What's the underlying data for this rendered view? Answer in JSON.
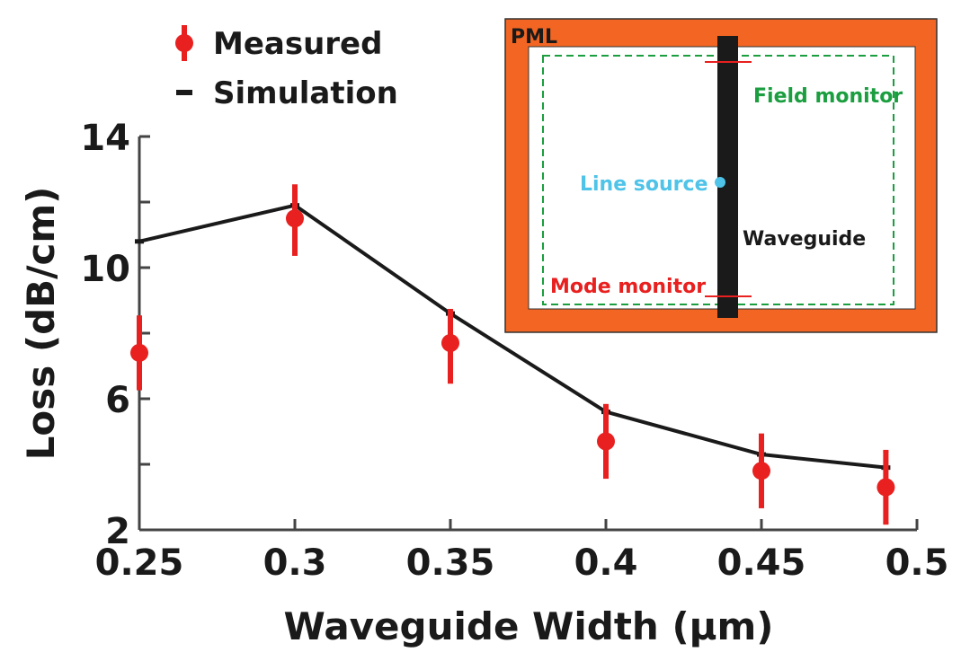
{
  "chart_data": {
    "type": "line",
    "xlabel": "Waveguide Width (μm)",
    "ylabel": "Loss (dB/cm)",
    "xlim": [
      0.25,
      0.5
    ],
    "ylim": [
      2,
      14
    ],
    "x_ticks": [
      0.25,
      0.3,
      0.35,
      0.4,
      0.45,
      0.5
    ],
    "x_tick_labels": [
      "0.25",
      "0.3",
      "0.35",
      "0.4",
      "0.45",
      "0.5"
    ],
    "y_ticks": [
      2,
      6,
      10,
      14
    ],
    "y_tick_labels": [
      "2",
      "6",
      "10",
      "14"
    ],
    "legend_position": "top-left",
    "series": [
      {
        "name": "Measured",
        "kind": "scatter-errorbar",
        "color": "#e8201f",
        "x": [
          0.25,
          0.3,
          0.35,
          0.4,
          0.45,
          0.49
        ],
        "y": [
          7.4,
          11.5,
          7.7,
          4.7,
          3.8,
          3.3
        ],
        "err_low": [
          6.3,
          10.4,
          6.5,
          3.6,
          2.7,
          2.2
        ],
        "err_high": [
          8.5,
          12.5,
          8.7,
          5.8,
          4.9,
          4.4
        ]
      },
      {
        "name": "Simulation",
        "kind": "line",
        "color": "#1a1a1a",
        "x": [
          0.25,
          0.3,
          0.35,
          0.4,
          0.45,
          0.49
        ],
        "y": [
          10.8,
          11.9,
          8.6,
          5.6,
          4.3,
          3.9
        ]
      }
    ]
  },
  "legend": {
    "measured_label": "Measured",
    "simulation_label": "Simulation"
  },
  "inset": {
    "pml_label": "PML",
    "field_monitor_label": "Field monitor",
    "line_source_label": "Line source",
    "waveguide_label": "Waveguide",
    "mode_monitor_label": "Mode monitor",
    "colors": {
      "pml": "#f26522",
      "field_monitor": "#1a9e3f",
      "line_source": "#4fc3e8",
      "mode_monitor": "#e8201f",
      "waveguide": "#1a1a1a"
    }
  }
}
